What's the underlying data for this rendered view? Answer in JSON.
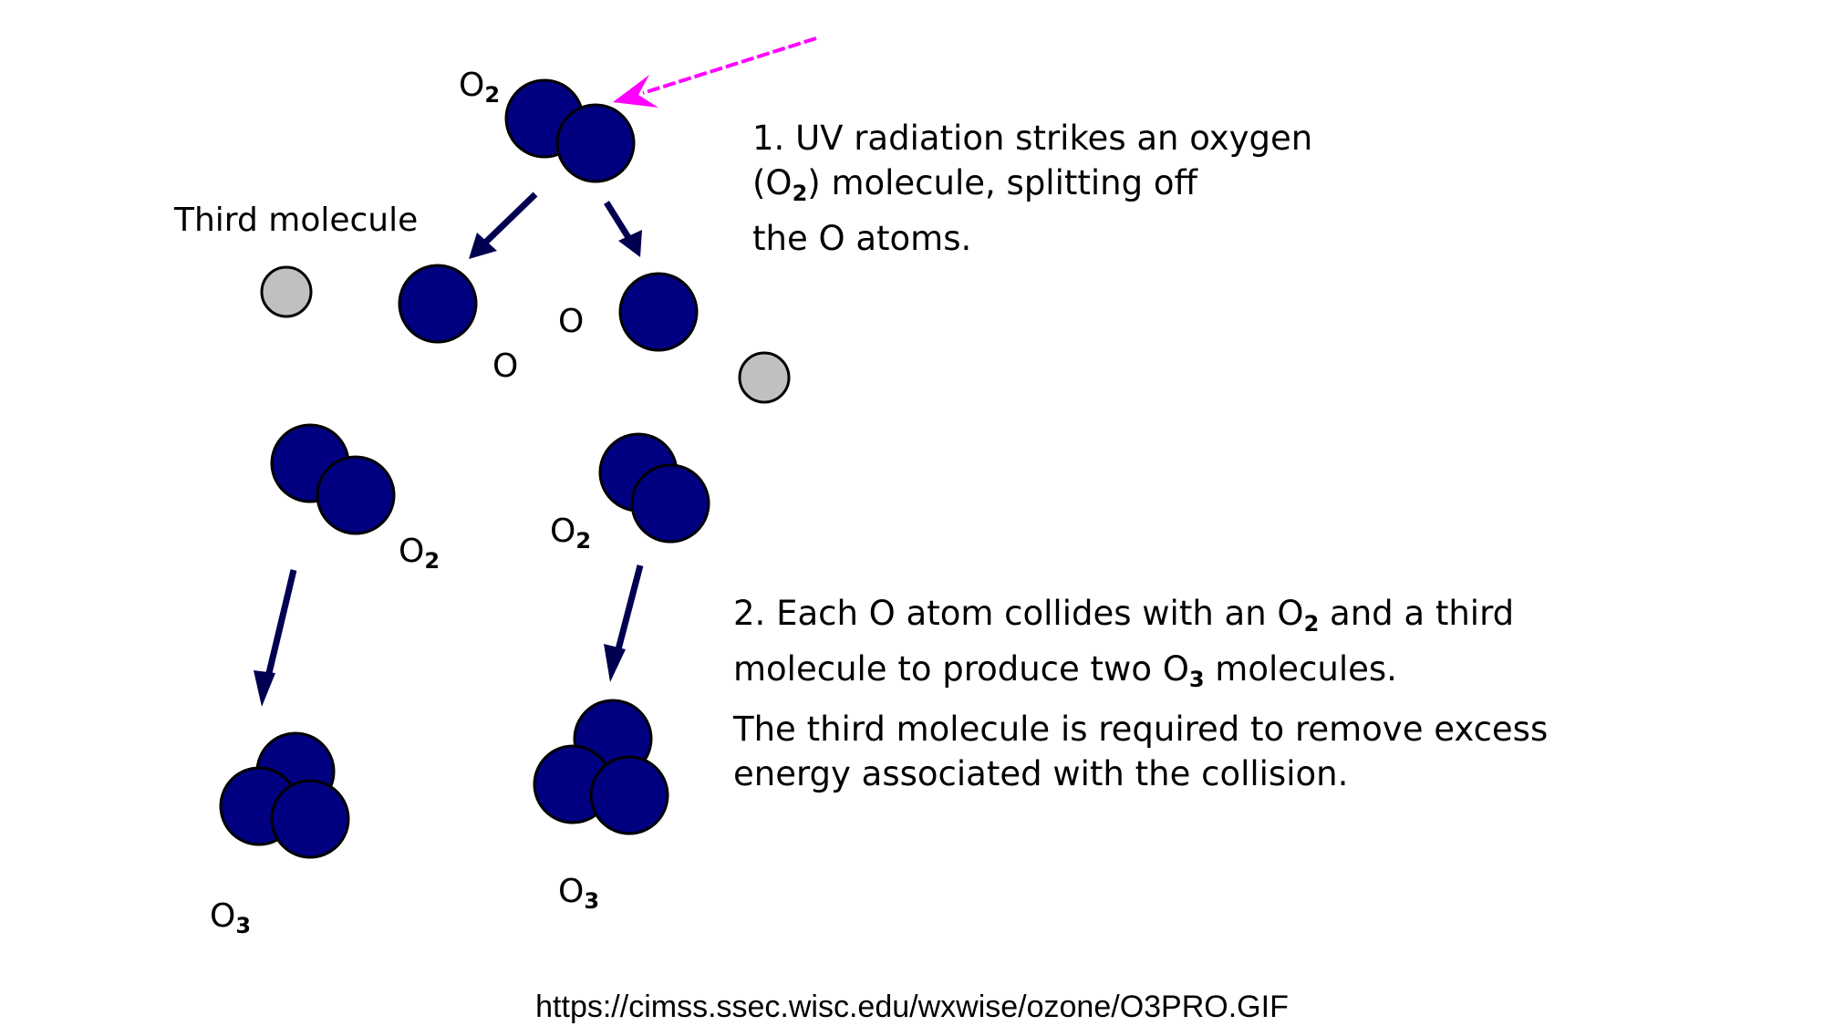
{
  "labels": {
    "o2_top": {
      "base": "O",
      "sub": "2"
    },
    "third_molecule": "Third molecule",
    "o_atom_right": "O",
    "o_atom_left": "O",
    "o2_mid_left": {
      "base": "O",
      "sub": "2"
    },
    "o2_mid_right": {
      "base": "O",
      "sub": "2"
    },
    "o3_left": {
      "base": "O",
      "sub": "3"
    },
    "o3_right": {
      "base": "O",
      "sub": "3"
    }
  },
  "step1": {
    "line1": "1. UV radiation strikes an oxygen",
    "line2_open": "(O",
    "line2_sub": "2",
    "line2_rest": ") molecule, splitting off",
    "line3": "the O atoms."
  },
  "step2": {
    "line1_a": "2.  Each O atom collides with an O",
    "line1_sub": "2",
    "line1_b": " and a third",
    "line2_a": "molecule to produce two O",
    "line2_sub": "3",
    "line2_b": " molecules.",
    "line3": "The third molecule is required to remove excess",
    "line4": "energy associated with the collision."
  },
  "source_url": "https://cimss.ssec.wisc.edu/wxwise/ozone/O3PRO.GIF",
  "colors": {
    "oxygen_atom": "#000080",
    "third_molecule": "#c0c0c0",
    "uv_arrow": "#ff00ff",
    "reaction_arrow": "#000050"
  }
}
